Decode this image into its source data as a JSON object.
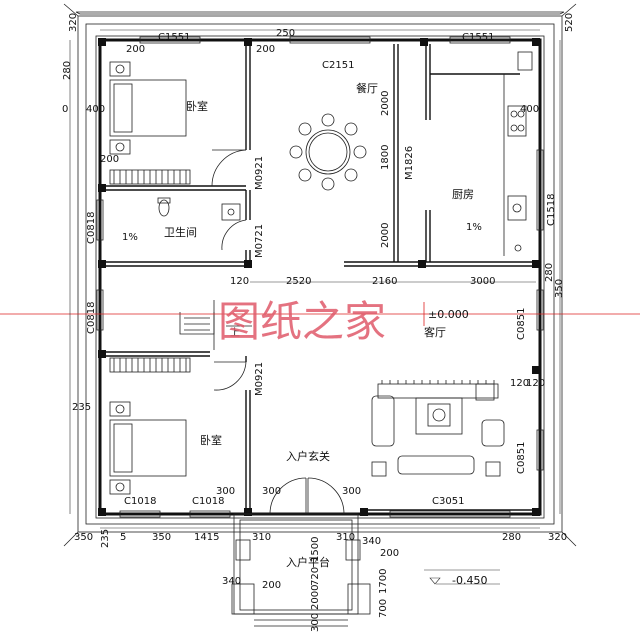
{
  "rooms": {
    "bedroom_top": "卧室",
    "dining": "餐厅",
    "kitchen": "厨房",
    "bathroom": "卫生间",
    "living": "客厅",
    "bedroom_bottom": "卧室",
    "entrance": "入户玄关",
    "entry_platform": "入户平台"
  },
  "windows": {
    "top_left": "C1551",
    "top_right": "C1551",
    "dining": "C2151",
    "left_upper": "C0818",
    "left_lower": "C0818",
    "right_upper": "C1518",
    "right_mid": "C0851",
    "right_lower": "C0851",
    "bottom_left_a": "C1018",
    "bottom_left_b": "C1018",
    "bottom_right": "C3051"
  },
  "doors": {
    "bed_top": "M0921",
    "bath": "M0721",
    "bed_bottom": "M0921",
    "dining_kitchen": "M1826"
  },
  "dimensions": {
    "top_left": "320",
    "top_right": "520",
    "left_280": "280",
    "left_0": "0",
    "left_400": "400",
    "left_200": "200",
    "left_235": "235",
    "d200_a": "200",
    "d200_b": "200",
    "d250": "250",
    "d2000_a": "2000",
    "d1800": "1800",
    "d2000_b": "2000",
    "d120": "120",
    "d2520": "2520",
    "d2160": "2160",
    "d3000": "3000",
    "d400": "400",
    "d280_r": "280",
    "d350_r": "350",
    "d120_r": "120",
    "d120_r2": "120",
    "d300_a": "300",
    "d300_b": "300",
    "d300_c": "300",
    "d310_a": "310",
    "d310_b": "310",
    "d350_b": "350",
    "d1415": "1415",
    "d5": "5",
    "d235_b": "235",
    "d1500": "1500",
    "d2000_c": "2000",
    "d340_a": "340",
    "d340_b": "340",
    "d200_c": "200",
    "d200_d": "200",
    "d300_d": "300",
    "d720": "720",
    "d1700": "1700",
    "d700": "700",
    "d280_b": "280",
    "d320_b": "320",
    "d350_bb": "350"
  },
  "levels": {
    "floor": "±0.000",
    "outside": "-0.450"
  },
  "slopes": {
    "bath": "1%",
    "kitchen": "1%"
  },
  "stair_mark": "上",
  "watermark": "图纸之家"
}
